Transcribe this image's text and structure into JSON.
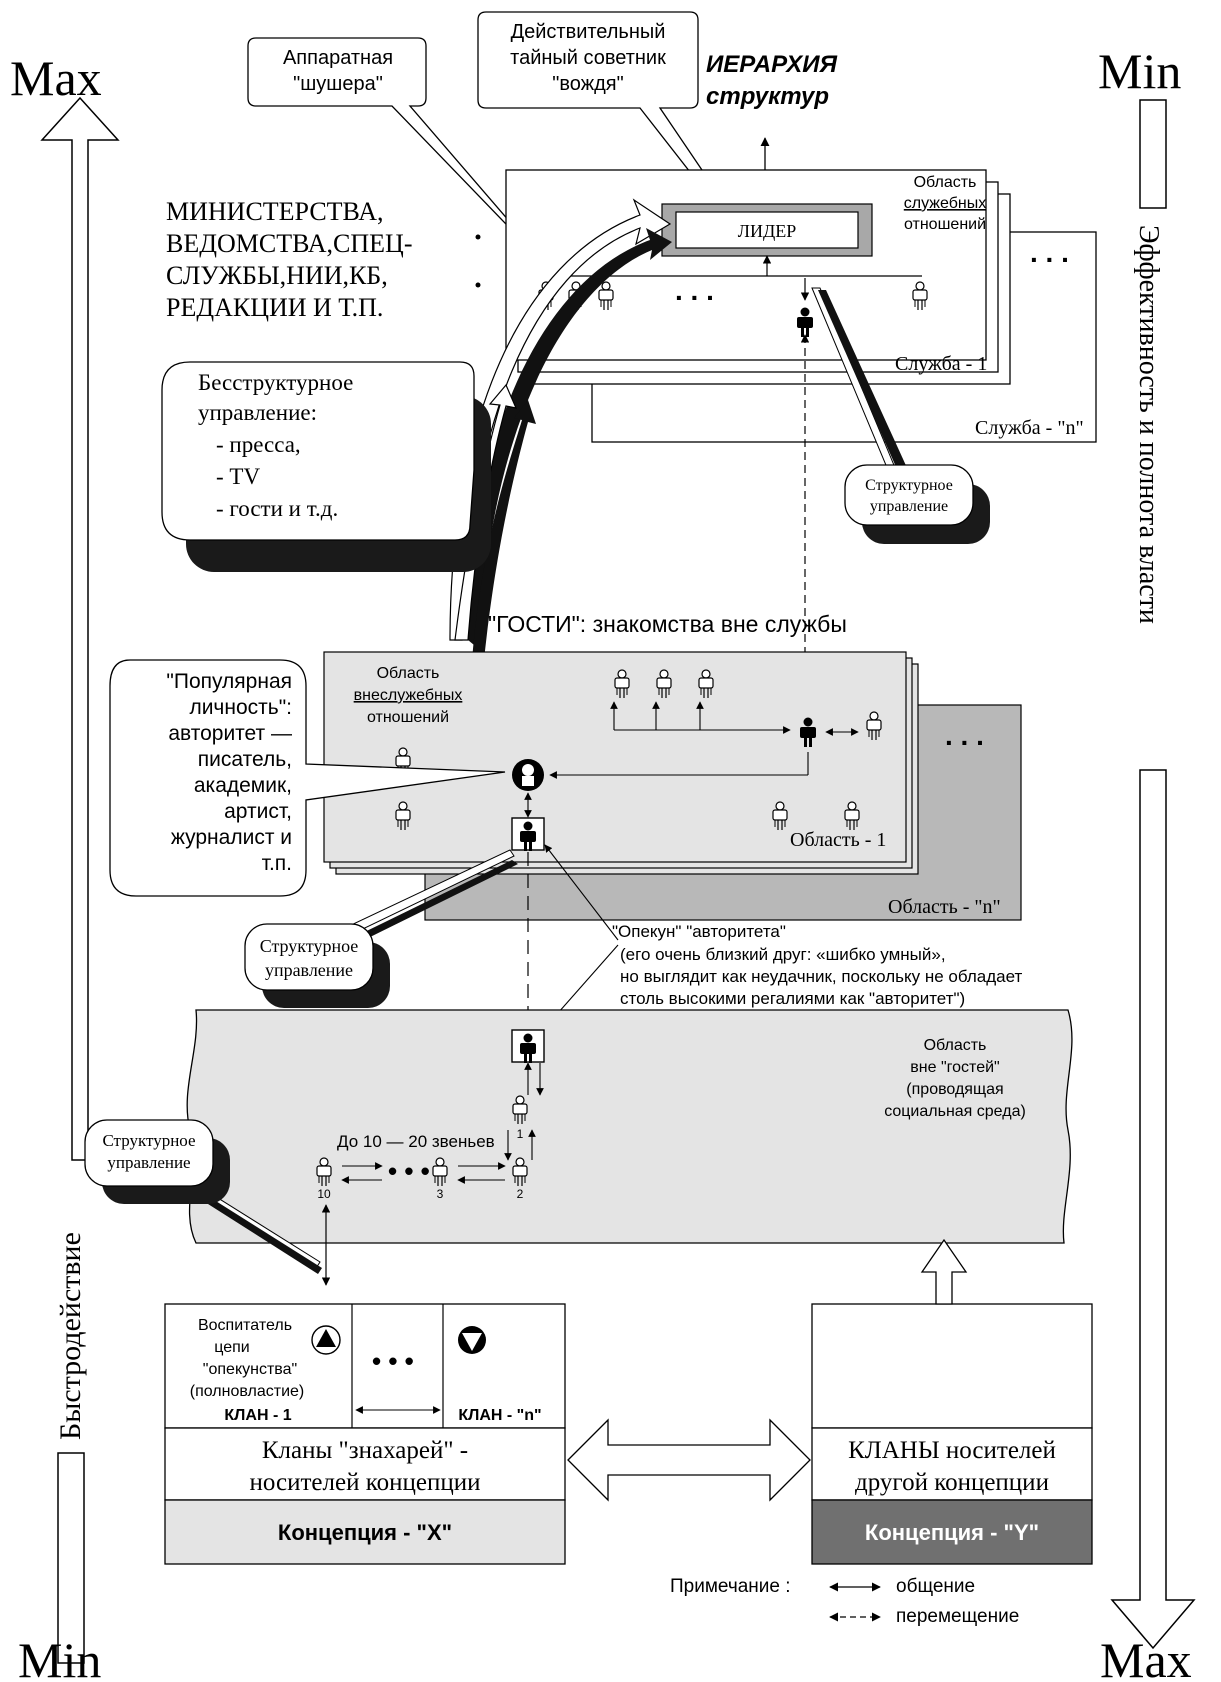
{
  "scale": {
    "left_top": "Max",
    "left_bottom": "Min",
    "right_top": "Min",
    "right_bottom": "Max",
    "left_axis_label": "Быстродействие",
    "right_axis_label": "Эффективность и полнота власти"
  },
  "hierarchy_title": [
    "ИЕРАРХИЯ",
    "структур"
  ],
  "callouts": {
    "apparatus": [
      "Аппаратная",
      "\"шушера\""
    ],
    "advisor": [
      "Действительный",
      "тайный советник",
      "\"вождя\""
    ]
  },
  "leader_label": "ЛИДЕР",
  "service_area_label": [
    "Область",
    "служебных",
    "отношений"
  ],
  "service_1": "Служба - 1",
  "service_n": "Служба - \"n\"",
  "ministries": [
    "МИНИСТЕРСТВА,",
    "ВЕДОМСТВА,СПЕЦ-",
    "СЛУЖБЫ,НИИ,КБ,",
    "РЕДАКЦИИ И Т.П."
  ],
  "structureless": [
    "Бесструктурное",
    "управление:",
    "- пресса,",
    "- TV",
    "- гости и  т.д."
  ],
  "structural_control": [
    "Структурное",
    "управление"
  ],
  "guests_title": "\"ГОСТИ\": знакомства вне службы",
  "nonservice_area_label": [
    "Область",
    "внеслужебных",
    "отношений"
  ],
  "popular": [
    "\"Популярная",
    "личность\":",
    "авторитет —",
    "писатель,",
    "академик,",
    "артист,",
    "журналист и",
    "т.п."
  ],
  "region_1": "Область - 1",
  "region_n": "Область - \"n\"",
  "guardian": [
    "\"Опекун\" \"авторитета\"",
    "(его очень близкий друг: «шибко умный»,",
    "но выглядит как неудачник, поскольку не обладает",
    "столь высокими регалиями как \"авторитет\")"
  ],
  "outside_area_label": [
    "Область",
    "вне \"гостей\"",
    "(проводящая",
    "социальная среда)"
  ],
  "chain_label": "До 10 — 20 звеньев",
  "chain_numbers": [
    "1",
    "2",
    "3",
    "10"
  ],
  "educator": [
    "Воспитатель",
    "цепи",
    "\"опекунства\"",
    "(полновластие)"
  ],
  "clan_1": "КЛАН  - 1",
  "clan_n": "КЛАН - \"n\"",
  "clans_x": [
    "Кланы \"знахарей\" -",
    "носителей концепции"
  ],
  "concept_x": "Концепция - \"X\"",
  "clans_y": [
    "КЛАНЫ носителей",
    "другой концепции"
  ],
  "concept_y": "Концепция - \"Y\"",
  "note": {
    "title": "Примечание :",
    "communication": "общение",
    "movement": "перемещение"
  },
  "colors": {
    "light_fill": "#e4e4e4",
    "mid_fill": "#c8c8c8",
    "dark_fill": "#707070",
    "shadow": "#1a1a1a"
  }
}
